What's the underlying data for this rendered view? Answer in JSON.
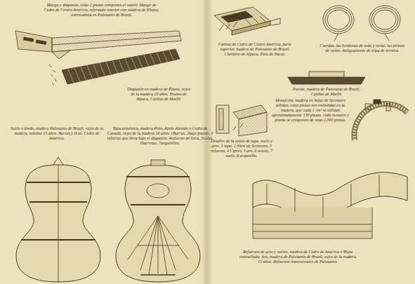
{
  "diagram": {
    "labels": [
      "Mango y diapasón, estas 2 piezas componen el mástil. Mango de Cedro de Centro América, reforzado interior con madera de Ebano, sobrecabeza en Palosanto de Brasil.",
      "Diapasón en madera de Ébano, vejez de la madera 20 años. Trastes de Alpaca, Cejillas de Marfil.",
      "Suelo o fondo, madera Palosanto de Brasil, vejez de la madera, mínimo 15 años. Barras y tiras, Cedro de América.",
      "Tapa armónica, madera Pino, Abeto Alemán o Cedro de Canadá, vejez de la madera 10 años. 1Barras, 2bajo puente, 3 refuerzo que lleva bajo el diapasón, 4refuerzo de boca, 5calas, 6barretas, 7arquetillos.",
      "Cabeza de Cedro de Centro América, parte superior, madera de Palosanto de Brasil. Clavijero de Alpaca, Pala de Nácar.",
      "Cuerdas, las bordonas de seda y metal, las primas de nylon. Antiguamente de tripa de ternera.",
      "Puente, madera de Palosanto de Brasil, Cejillas de Marfil.",
      "Detalles de la unión de tapa, suelo y aros. 1 tapa, 2 filete de Sicomoro, 3 refuerzo, 4 Ciprés, 5 aro, 6 ocasis, 7 suelo, 8 arquetillo.",
      "Mosaicum, madera en hojas de Sicomoro teñidas, estas piezas son embutidas en la madera, que cada 1 cm² se utilizan aproximadamente 130 piezas, cada mosaico y planta se componen de unas 2.300 piezas.",
      "Refuerzos de aros y suelos, madera de Cedro de América o Haya entenallada. Aro, madera de Palosanto de Brasil, vejez de la madera 15 años. Refuerzos transversales de Palosanto."
    ]
  }
}
